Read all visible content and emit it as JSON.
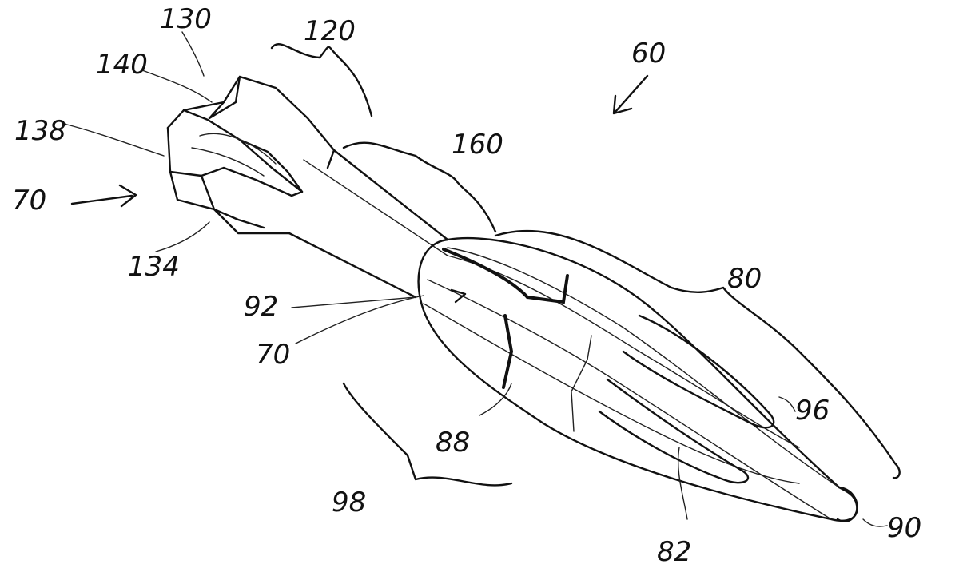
{
  "figure": {
    "labels": {
      "l130": "130",
      "l120": "120",
      "l140": "140",
      "l60": "60",
      "l138": "138",
      "l160": "160",
      "l70a": "70",
      "l134": "134",
      "l80": "80",
      "l92": "92",
      "l70b": "70",
      "l96": "96",
      "l88": "88",
      "l98": "98",
      "l82": "82",
      "l90": "90"
    }
  }
}
